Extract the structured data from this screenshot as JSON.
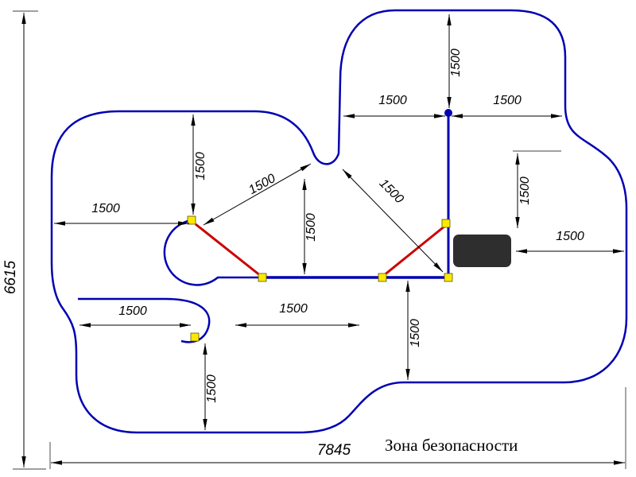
{
  "drawing": {
    "caption": "Зона безопасности",
    "overall_width": "7845",
    "overall_height": "6615",
    "offset_dims": {
      "top_to_anchor": "1500",
      "notch_to_anchor": "1500",
      "anchor_to_right_edge": "1500",
      "top_edge_to_post": "1500",
      "post_to_notch_diagonal": "1500",
      "notch_to_end_post_diagonal": "1500",
      "notch_to_rail": "1500",
      "left_edge_to_post": "1500",
      "top_zone_to_platform": "1500",
      "platform_to_right_edge": "1500",
      "rail_to_bottom_zone": "1500",
      "left_edge_to_lower_post": "1500",
      "lower_post_clearance": "1500",
      "lower_post_to_bottom_edge": "1500"
    },
    "colors": {
      "zone_outline": "#0000b2",
      "rope_element": "#cc0000",
      "post_marker": "#ffe800",
      "post_border": "#555500",
      "platform": "#2e2e2e",
      "dimension": "#000000",
      "background": "#ffffff"
    }
  }
}
